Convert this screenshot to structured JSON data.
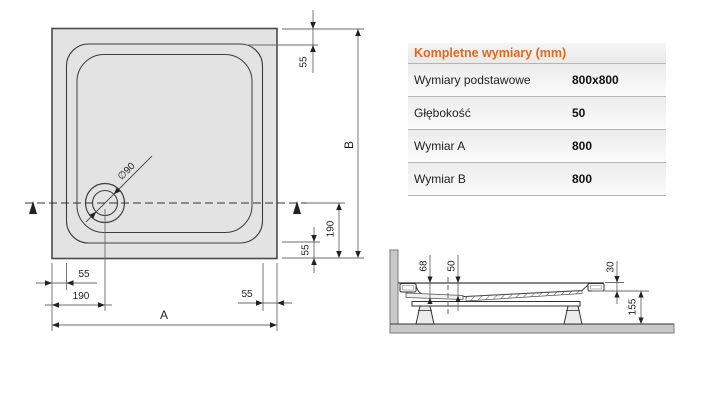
{
  "table": {
    "title": "Kompletne wymiary (mm)",
    "rows": [
      {
        "label": "Wymiary podstawowe",
        "value": "800x800"
      },
      {
        "label": "Głębokość",
        "value": "50"
      },
      {
        "label": "Wymiar A",
        "value": "800"
      },
      {
        "label": "Wymiar B",
        "value": "800"
      }
    ]
  },
  "top_view": {
    "label_a": "A",
    "label_b": "B",
    "dim_top_55": "55",
    "dim_right_190": "190",
    "dim_right_55": "55",
    "dim_bottom_left_55": "55",
    "dim_bottom_left_190": "190",
    "dim_bottom_right_55": "55",
    "drain_diameter": "∅90"
  },
  "side_view": {
    "dim_68": "68",
    "dim_50": "50",
    "dim_30": "30",
    "dim_155": "155"
  },
  "colors": {
    "accent_orange": "#e2671e",
    "tray_fill": "#e3e3e3",
    "wall_floor_fill": "#c9c9c9",
    "line": "#3d3d3d",
    "table_row_bg": "#efefef",
    "table_separator": "#b5b5b5"
  }
}
